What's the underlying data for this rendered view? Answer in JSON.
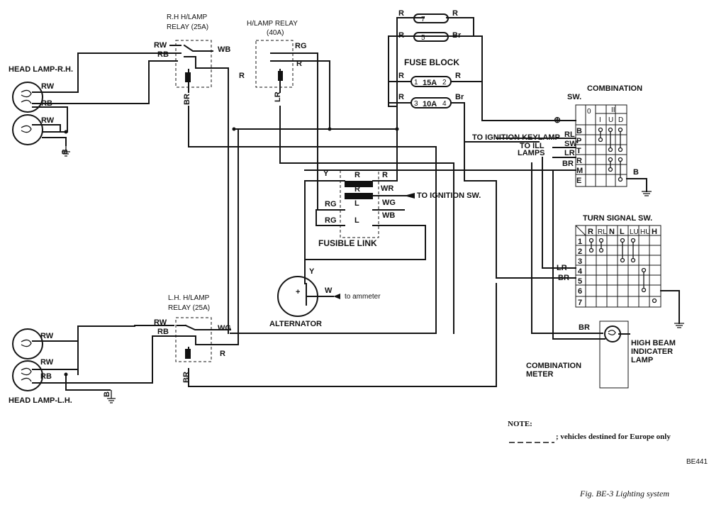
{
  "components": {
    "head_lamp_rh": "HEAD LAMP-R.H.",
    "head_lamp_lh": "HEAD LAMP-L.H.",
    "rh_relay_title1": "R.H  H/LAMP",
    "rh_relay_title2": "RELAY (25A)",
    "h_relay_title1": "H/LAMP RELAY",
    "h_relay_title2": "(40A)",
    "lh_relay_title1": "L.H. H/LAMP",
    "lh_relay_title2": "RELAY (25A)",
    "fuse_block": "FUSE BLOCK",
    "fusible_link": "FUSIBLE LINK",
    "alternator": "ALTERNATOR",
    "to_ammeter": "to ammeter",
    "to_ignition_sw": "TO IGNITION SW.",
    "to_ignition_keylamp": "TO IGNITION KEYLAMP",
    "to_ill_lamps_1": "TO ILL",
    "to_ill_lamps_2": "LAMPS",
    "combination_sw_1": "COMBINATION",
    "combination_sw_2": "SW.",
    "turn_signal_sw": "TURN SIGNAL SW.",
    "high_beam_1": "HIGH BEAM",
    "high_beam_2": "INDICATER",
    "high_beam_3": "LAMP",
    "combination_meter_1": "COMBINATION",
    "combination_meter_2": "METER"
  },
  "fuses": {
    "f1": "15A",
    "f2": "10A",
    "n1": "1",
    "n2": "2",
    "n3": "3",
    "n4": "4",
    "n5": "5",
    "n7": "7"
  },
  "combination_sw_table": {
    "headers": [
      "0",
      "I",
      "II",
      "U",
      "D"
    ],
    "rows": [
      "B",
      "P",
      "T",
      "R",
      "M",
      "E"
    ],
    "plus": "⊕"
  },
  "turn_signal_table": {
    "headers": [
      "R",
      "RL",
      "N",
      "L",
      "LU",
      "HU",
      "H"
    ],
    "rows": [
      "1",
      "2",
      "3",
      "4",
      "5",
      "6",
      "7"
    ]
  },
  "wires": {
    "RW": "RW",
    "RB": "RB",
    "WB": "WB",
    "R": "R",
    "BR": "BR",
    "RG": "RG",
    "LR": "LR",
    "B": "B",
    "Y": "Y",
    "WR": "WR",
    "WG": "WG",
    "L": "L",
    "W": "W",
    "Br": "Br",
    "RL": "RL",
    "SW": "SW",
    "plus_sign": "+"
  },
  "note": {
    "title": "NOTE:",
    "text": "; vehicles destined for Europe only"
  },
  "code": "BE441",
  "caption": "Fig. BE-3  Lighting system"
}
